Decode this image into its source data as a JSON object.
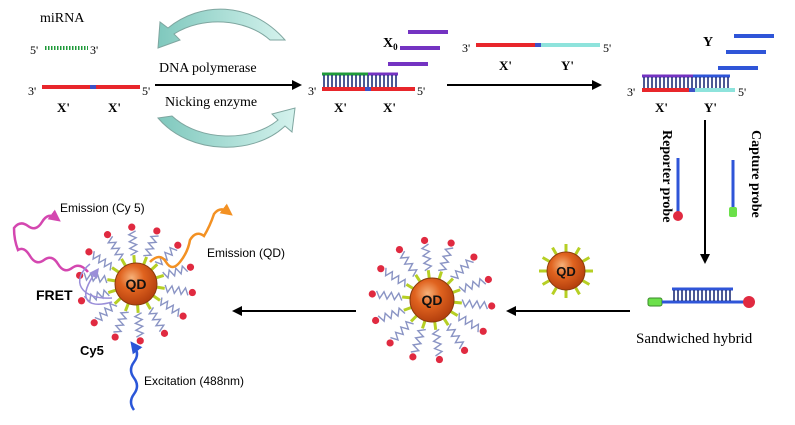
{
  "labels": {
    "mirna": "miRNA",
    "dna_polymerase": "DNA polymerase",
    "nicking_enzyme": "Nicking enzyme",
    "x0": "X",
    "x0_sub": "0",
    "y": "Y",
    "reporter_probe": "Reporter probe",
    "capture_probe": "Capture probe",
    "sandwiched_hybrid": "Sandwiched hybrid",
    "qd": "QD",
    "emission_cy5": "Emission (Cy 5)",
    "emission_qd": "Emission (QD)",
    "fret": "FRET",
    "cy5": "Cy5",
    "excitation": "Excitation (488nm)"
  },
  "strand_labels": {
    "five_prime": "5'",
    "three_prime": "3'",
    "x_prime": "X'",
    "y_prime": "Y'"
  },
  "colors": {
    "template_red": "#e8262b",
    "nick_blue": "#3e52c6",
    "primer_green": "#1f9a3a",
    "x0_purple": "#7433c2",
    "y_blue": "#2f55d8",
    "y_prime_cyan": "#8ee3dc",
    "qd_orange": "#d8541a",
    "spike_green": "#b6cf24",
    "dye_red": "#e02a40",
    "coil": "#8a94c4",
    "emission_cy5": "#d447b0",
    "emission_qd": "#f39123",
    "excitation": "#2a56d8",
    "fret_arc": "#9a8ed9",
    "cycle_arrow": "#a8e0d8"
  }
}
